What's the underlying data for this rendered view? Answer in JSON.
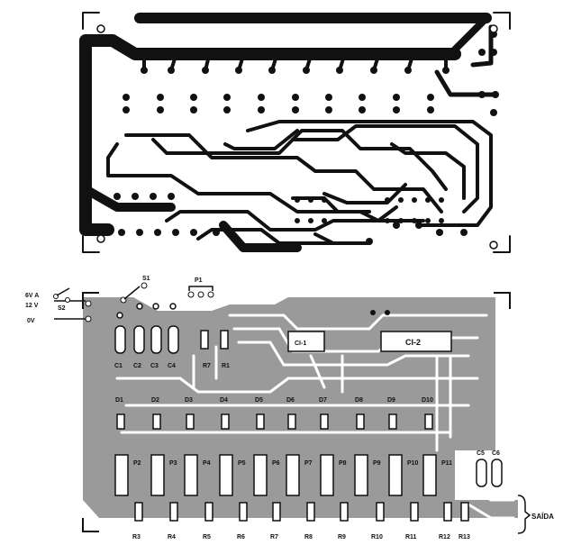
{
  "supply": {
    "line1": "6V A",
    "line2": "12 V",
    "ground": "0V"
  },
  "switches": {
    "s1": "S1",
    "s2": "S2"
  },
  "pot_p1": "P1",
  "ics": {
    "ic1": "CI-1",
    "ic2": "CI-2"
  },
  "caps_left": [
    "C1",
    "C2",
    "C3",
    "C4"
  ],
  "caps_right": [
    "C5",
    "C6"
  ],
  "resistors_top": [
    "R7",
    "R1"
  ],
  "diodes": [
    "D1",
    "D2",
    "D3",
    "D4",
    "D5",
    "D6",
    "D7",
    "D8",
    "D9",
    "D10"
  ],
  "pots": [
    "P2",
    "P3",
    "P4",
    "P5",
    "P6",
    "P7",
    "P8",
    "P9",
    "P10",
    "P11"
  ],
  "resistors_bottom": [
    "R3",
    "R4",
    "R5",
    "R6",
    "R7",
    "R8",
    "R9",
    "R10",
    "R11",
    "R12",
    "R13"
  ],
  "output_label": "SAÍDA"
}
